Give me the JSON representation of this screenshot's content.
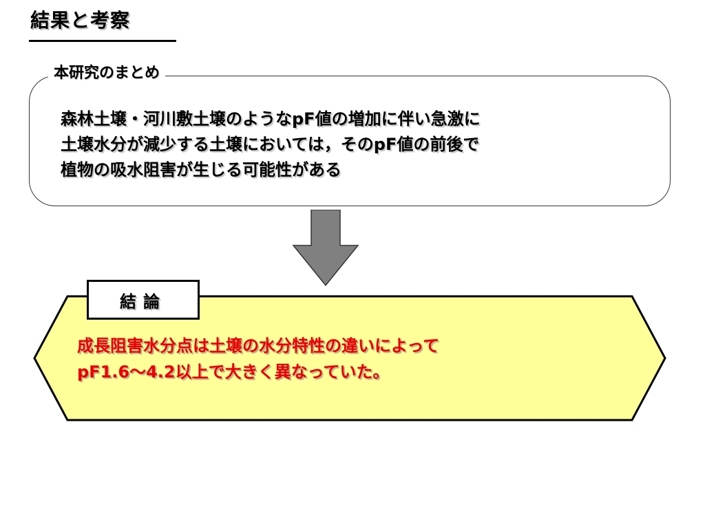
{
  "slide": {
    "title": "結果と考察",
    "summary": {
      "label": "本研究のまとめ",
      "lines": [
        "森林土壌・河川敷土壌のようなpF値の増加に伴い急激に",
        "土壌水分が減少する土壌においては，そのpF値の前後で",
        "植物の吸水阻害が生じる可能性がある"
      ]
    },
    "arrow_icon": "down-arrow-icon",
    "conclusion": {
      "label": "結論",
      "lines": [
        "成長阻害水分点は土壌の水分特性の違いによって",
        "pF1.6～4.2以上で大きく異なっていた。"
      ]
    },
    "colors": {
      "conclusion_fill": "#ffff99",
      "conclusion_text": "#ee0000",
      "arrow_fill": "#808080"
    }
  }
}
